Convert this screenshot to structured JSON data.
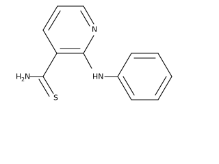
{
  "molecule": {
    "atom_labels": {
      "ring_nitrogen": "N",
      "thioamide_sulfur": "S",
      "amide_nitrogen_element": "H",
      "amide_nitrogen_subscript": "2",
      "amide_nitrogen_tail": "N",
      "anilino_nitrogen": "HN"
    }
  },
  "colors": {
    "bond": "#000000",
    "label": "#000000",
    "background": "#ffffff"
  }
}
